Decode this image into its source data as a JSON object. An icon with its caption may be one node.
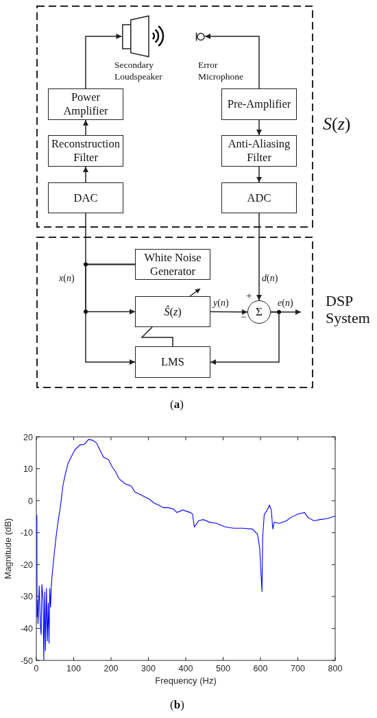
{
  "diagram": {
    "nodes": [
      {
        "text": [
          "*S*(*z*)"
        ]
      },
      {
        "text": [],
        "shape": "picture",
        "in": 0,
        "beside": [
          "Secondary Loudspeaker"
        ]
      },
      {
        "text": [],
        "shape": "circle",
        "in": 0
      },
      {
        "text": [
          "Power Amplifier"
        ],
        "in": 0
      },
      {
        "text": [
          "Pre-Amplifier"
        ],
        "in": 0
      },
      {
        "text": [
          "Reconstruction Filter"
        ],
        "in": 0
      },
      {
        "text": [
          "Anti-Aliasing Filter"
        ],
        "in": 0
      },
      {
        "text": [
          "DAC"
        ],
        "in": 0
      },
      {
        "text": [
          "ADC"
        ],
        "in": 0
      },
      {
        "text": [
          "DSP System"
        ]
      },
      {
        "text": [
          "White Noise Generator"
        ],
        "in": 9
      },
      {
        "text": [
          "*Ŝ*(*z*)"
        ],
        "in": 9
      },
      {
        "text": [
          "Σ"
        ],
        "in": 9
      },
      {
        "text": [
          "LMS"
        ],
        "in": 9
      }
    ],
    "edges": [
      {
        "from": 3,
        "to": 1,
        "arrow": "to"
      },
      {
        "from": 4,
        "to": 2,
        "arrow": "to"
      },
      {
        "from": 5,
        "to": 3,
        "arrow": "to"
      },
      {
        "from": 7,
        "to": 5,
        "arrow": "to"
      },
      {
        "from": 4,
        "to": 6,
        "arrow": "to"
      },
      {
        "from": 6,
        "to": 8,
        "arrow": "to"
      },
      {
        "from": 10,
        "to": 7,
        "arrow": "none"
      },
      {
        "from": 10,
        "to": 11,
        "arrow": "to"
      },
      {
        "from": 10,
        "to": 13,
        "arrow": "to"
      },
      {
        "from": 8,
        "to": 12,
        "arrow": "to",
        "label": "*d*(*n*)"
      },
      {
        "from": 11,
        "to": 12,
        "arrow": "to",
        "label": "*y*(*n*)"
      },
      {
        "from": 12,
        "to": null,
        "arrow": "to",
        "label": "*e*(*n*)"
      },
      {
        "from": 12,
        "to": 13,
        "arrow": "to"
      },
      {
        "from": 13,
        "to": 11,
        "arrow": "none"
      }
    ],
    "labels": [
      "Error Microphone",
      "*x*(*n*)",
      "+",
      "−",
      "(**a**)",
      "(**b**)"
    ],
    "chart_data": {
      "type": "line",
      "xlabel": "Frequency (Hz)",
      "ylabel": "Magnitude (dB)",
      "x": [
        1.5,
        2,
        3,
        4.5,
        7.7,
        11,
        12.9,
        14.8,
        18,
        20,
        22.5,
        24.5,
        27,
        29.6,
        32,
        34,
        36,
        38,
        40,
        42,
        44,
        48,
        53,
        58,
        64,
        71,
        77,
        85,
        93,
        103,
        116,
        129,
        140,
        151,
        161,
        170,
        180,
        193,
        203,
        212,
        222,
        238,
        254,
        264,
        277,
        290,
        302,
        315,
        328,
        341,
        354,
        367,
        376,
        392,
        412,
        418,
        423,
        428,
        434,
        447,
        463,
        483,
        505,
        528,
        553,
        579,
        592,
        598,
        604,
        606,
        610,
        618,
        624,
        629,
        633,
        637,
        650,
        669,
        682,
        702,
        718,
        727,
        743,
        759,
        779,
        800
      ],
      "series": [
        {
          "color": "#0000ff",
          "values": [
            -4.5,
            -36.4,
            -31,
            -38.6,
            -26.6,
            -39.4,
            -42,
            -26.2,
            -31,
            -50,
            -28.5,
            -47,
            -27.4,
            -44,
            -32,
            -44.7,
            -27.4,
            -33.4,
            -27,
            -23.6,
            -21.4,
            -16.5,
            -11.2,
            -6.7,
            -2.2,
            4.6,
            8,
            11.7,
            13.6,
            15.9,
            17.4,
            17.7,
            19.2,
            18.9,
            18.1,
            15.9,
            13.6,
            12.9,
            10.6,
            9.1,
            6.8,
            5.3,
            4.6,
            2.7,
            2,
            1.2,
            0.5,
            -0.7,
            -1.4,
            -2.2,
            -2.2,
            -2.6,
            -3.7,
            -2.9,
            -3.7,
            -4.1,
            -8.2,
            -7.4,
            -6.3,
            -5.9,
            -6.7,
            -7.1,
            -8.2,
            -8.6,
            -8.6,
            -8.9,
            -10.5,
            -15,
            -28.5,
            -11.2,
            -4.4,
            -2.9,
            -1.4,
            -2.9,
            -8.9,
            -6.7,
            -7.1,
            -6.3,
            -5.2,
            -4.1,
            -3.7,
            -5.2,
            -6.3,
            -5.9,
            -5.6,
            -4.8
          ]
        }
      ],
      "xlim": [
        0,
        800
      ],
      "ylim": [
        -50,
        20
      ],
      "xticks": [
        0,
        100,
        200,
        300,
        400,
        500,
        600,
        700,
        800
      ],
      "yticks": [
        -50,
        -40,
        -30,
        -20,
        -10,
        0,
        10,
        20
      ]
    }
  }
}
